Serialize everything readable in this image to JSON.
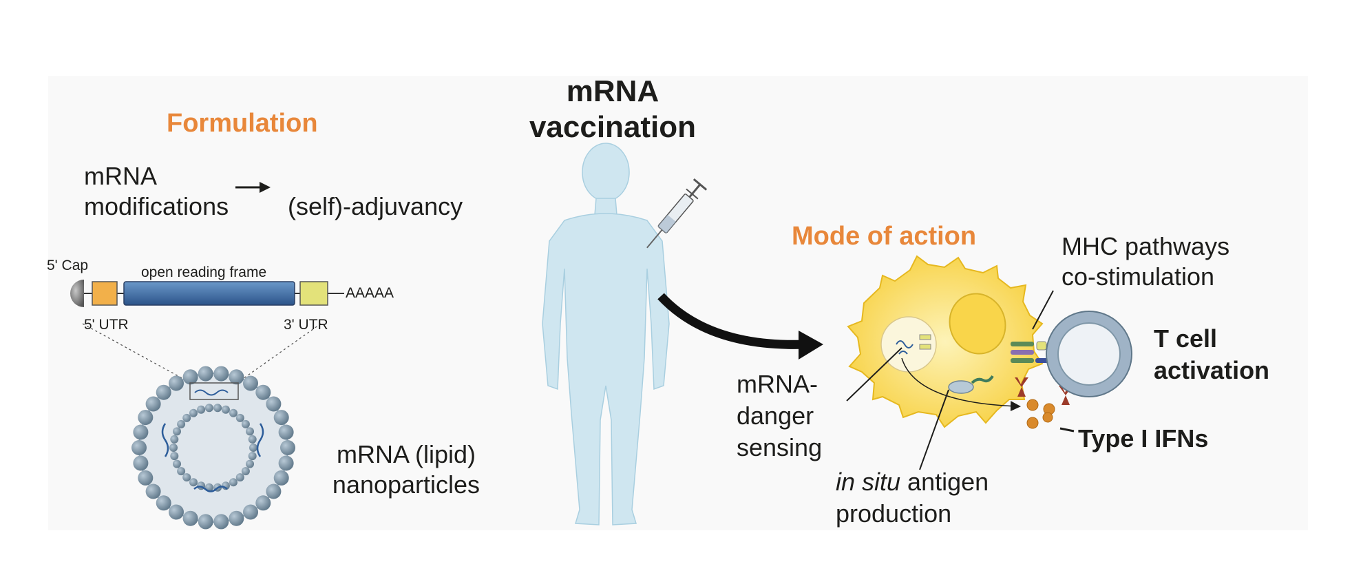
{
  "title": {
    "line1": "mRNA",
    "line2": "vaccination"
  },
  "formulation": {
    "heading": "Formulation",
    "modifications_line1": "mRNA",
    "modifications_line2": "modifications",
    "adjuvancy": "(self)-adjuvancy",
    "construct": {
      "cap": "5' Cap",
      "orf": "open reading frame",
      "utr5": "5' UTR",
      "utr3": "3' UTR",
      "polyA": "AAAAA"
    },
    "nanoparticles_line1": "mRNA (lipid)",
    "nanoparticles_line2": "nanoparticles"
  },
  "mode_of_action": {
    "heading": "Mode of action",
    "mhc_line1": "MHC pathways",
    "mhc_line2": "co-stimulation",
    "tcell_line1": "T cell",
    "tcell_line2": "activation",
    "danger_line1": "mRNA-",
    "danger_line2": "danger",
    "danger_line3": "sensing",
    "insitu_italic": "in situ",
    "insitu_rest": " antigen",
    "insitu_line2": "production",
    "ifn": "Type I IFNs"
  },
  "colors": {
    "heading_orange": "#e8873a",
    "body_blue": "#cfe6f0",
    "orf_blue": "#3f6fa8",
    "utr5_orange": "#f2b04a",
    "utr3_yellow": "#e3e27a",
    "lnp_grey": "#7f97a8",
    "cell_yellow": "#f9db5c",
    "tcell_grey": "#9fb3c6",
    "receptor_red": "#9c3b2a",
    "ifn_orange": "#d98a2c"
  }
}
